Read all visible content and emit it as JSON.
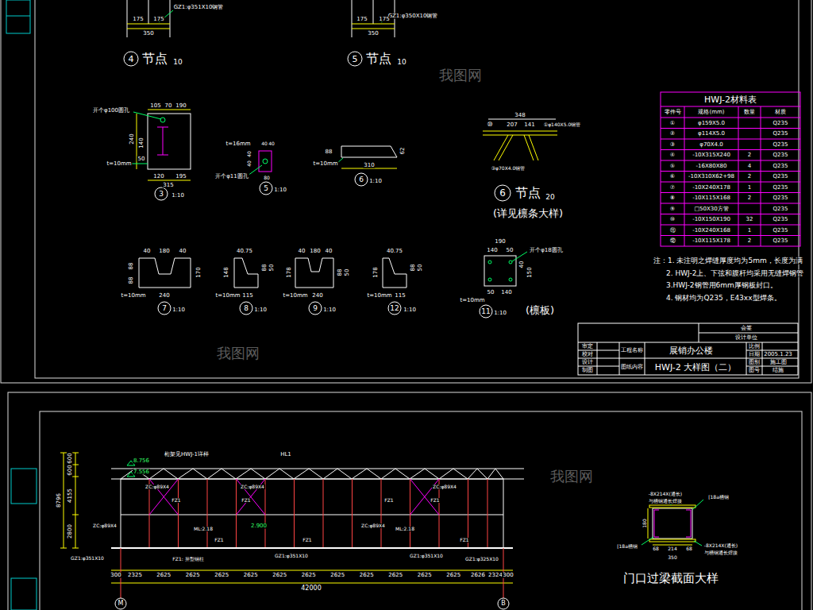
{
  "diagram": {
    "labels": [
      "GZ1:φ351X10钢管",
      "175",
      "175",
      "350",
      "4",
      "节点",
      "10",
      "GZ1:φ350X10钢管",
      "175",
      "175",
      "350",
      "5",
      "节点",
      "10",
      "105",
      "70",
      "190",
      "开个φ100圆孔",
      "240",
      "140",
      "50",
      "t=10mm",
      "120",
      "195",
      "315",
      "3",
      "1:10",
      "t=16mm",
      "40",
      "40",
      "40",
      "40",
      "开个φ11圆孔",
      "80",
      "5",
      "1:10",
      "88",
      "62",
      "t=10mm",
      "310",
      "6",
      "1:10",
      "348",
      "207",
      "141",
      "⑩",
      "①φ140X5.0钢管",
      "③φ70X4.0钢管",
      "6",
      "节点",
      "20",
      "(详见檩条大样)",
      "HWJ-2材料表",
      "零件号",
      "规格(mm)",
      "数量",
      "材质",
      "①",
      "φ159X5.0",
      "Q235",
      "②",
      "φ114X5.0",
      "Q235",
      "③",
      "φ70X4.0",
      "Q235",
      "④",
      "-10X315X240",
      "2",
      "Q235",
      "⑤",
      "-16X80X80",
      "4",
      "Q235",
      "⑥",
      "-10X310X62+98",
      "2",
      "Q235",
      "⑦",
      "-10X240X178",
      "1",
      "Q235",
      "⑧",
      "-10X115X168",
      "2",
      "Q235",
      "⑨",
      "□50X30方管",
      "Q235",
      "⑩",
      "-10X150X190",
      "32",
      "Q235",
      "⑪",
      "-10X240X168",
      "1",
      "Q235",
      "⑫",
      "-10X115X178",
      "2",
      "Q235",
      "注：1. 未注明之焊缝厚度均为5mm，长度为满",
      "2. HWJ-2上、下弦和腹杆均采用无缝焊钢管",
      "3.HWJ-2钢管用6mm厚钢板封口。",
      "4. 钢材均为Q235，E43xx型焊条。",
      "40",
      "180",
      "40",
      "88",
      "88",
      "170",
      "t=10mm",
      "240",
      "7",
      "1:10",
      "40.75",
      "148",
      "88",
      "50",
      "t=10mm",
      "115",
      "8",
      "1:10",
      "40",
      "180",
      "40",
      "178",
      "88",
      "50",
      "t=10mm",
      "240",
      "9",
      "1:10",
      "40.75",
      "178",
      "88",
      "50",
      "t=10mm",
      "115",
      "12",
      "1:10",
      "190",
      "140",
      "50",
      "开个φ18圆孔",
      "40",
      "150",
      "50",
      "140",
      "t=10mm",
      "11",
      "1:10",
      "(檩板)",
      "会签",
      "设计单位",
      "审定",
      "校对",
      "设计",
      "制图",
      "工程名称",
      "展销办公楼",
      "图纸内容",
      "HWJ-2 大样图（二）",
      "比例",
      "日期",
      "2005.1.23",
      "图别",
      "施工图",
      "图号",
      "结施",
      "8.756",
      "7.556",
      "600",
      "600",
      "4155",
      "2800",
      "8796",
      "桁架见HWJ-1详样",
      "HL1",
      "ZC:φ89X4",
      "FZ1",
      "ZC:φ89X4",
      "FZ1",
      "FZ1",
      "ZC:φ89X4",
      "FZ1",
      "ZC:φ89X4",
      "ML:2.18",
      "2.900",
      "ZC:φ89X4",
      "ML:2.18",
      "FZ1",
      "FZ1",
      "FZ1",
      "GZ1:φ351X10",
      "FZ1: 异型钢柱",
      "GZ1:φ351X10",
      "GZ1:φ351X10",
      "GZ1:φ325X10",
      "300",
      "2325",
      "2625",
      "2625",
      "2625",
      "2625",
      "2625",
      "2625",
      "2625",
      "2625",
      "2625",
      "2625",
      "2625",
      "2626",
      "2324",
      "300",
      "42000",
      "M",
      "B",
      "-8X214X(通长)",
      "与槽钢通长焊接",
      "[18a槽钢",
      "180",
      "[18a槽钢",
      "68",
      "214",
      "68",
      "350",
      "-8X214X(通长)",
      "与槽钢通长焊接",
      "门口过梁截面大样",
      "我图网",
      "我图网",
      "我图网"
    ]
  }
}
